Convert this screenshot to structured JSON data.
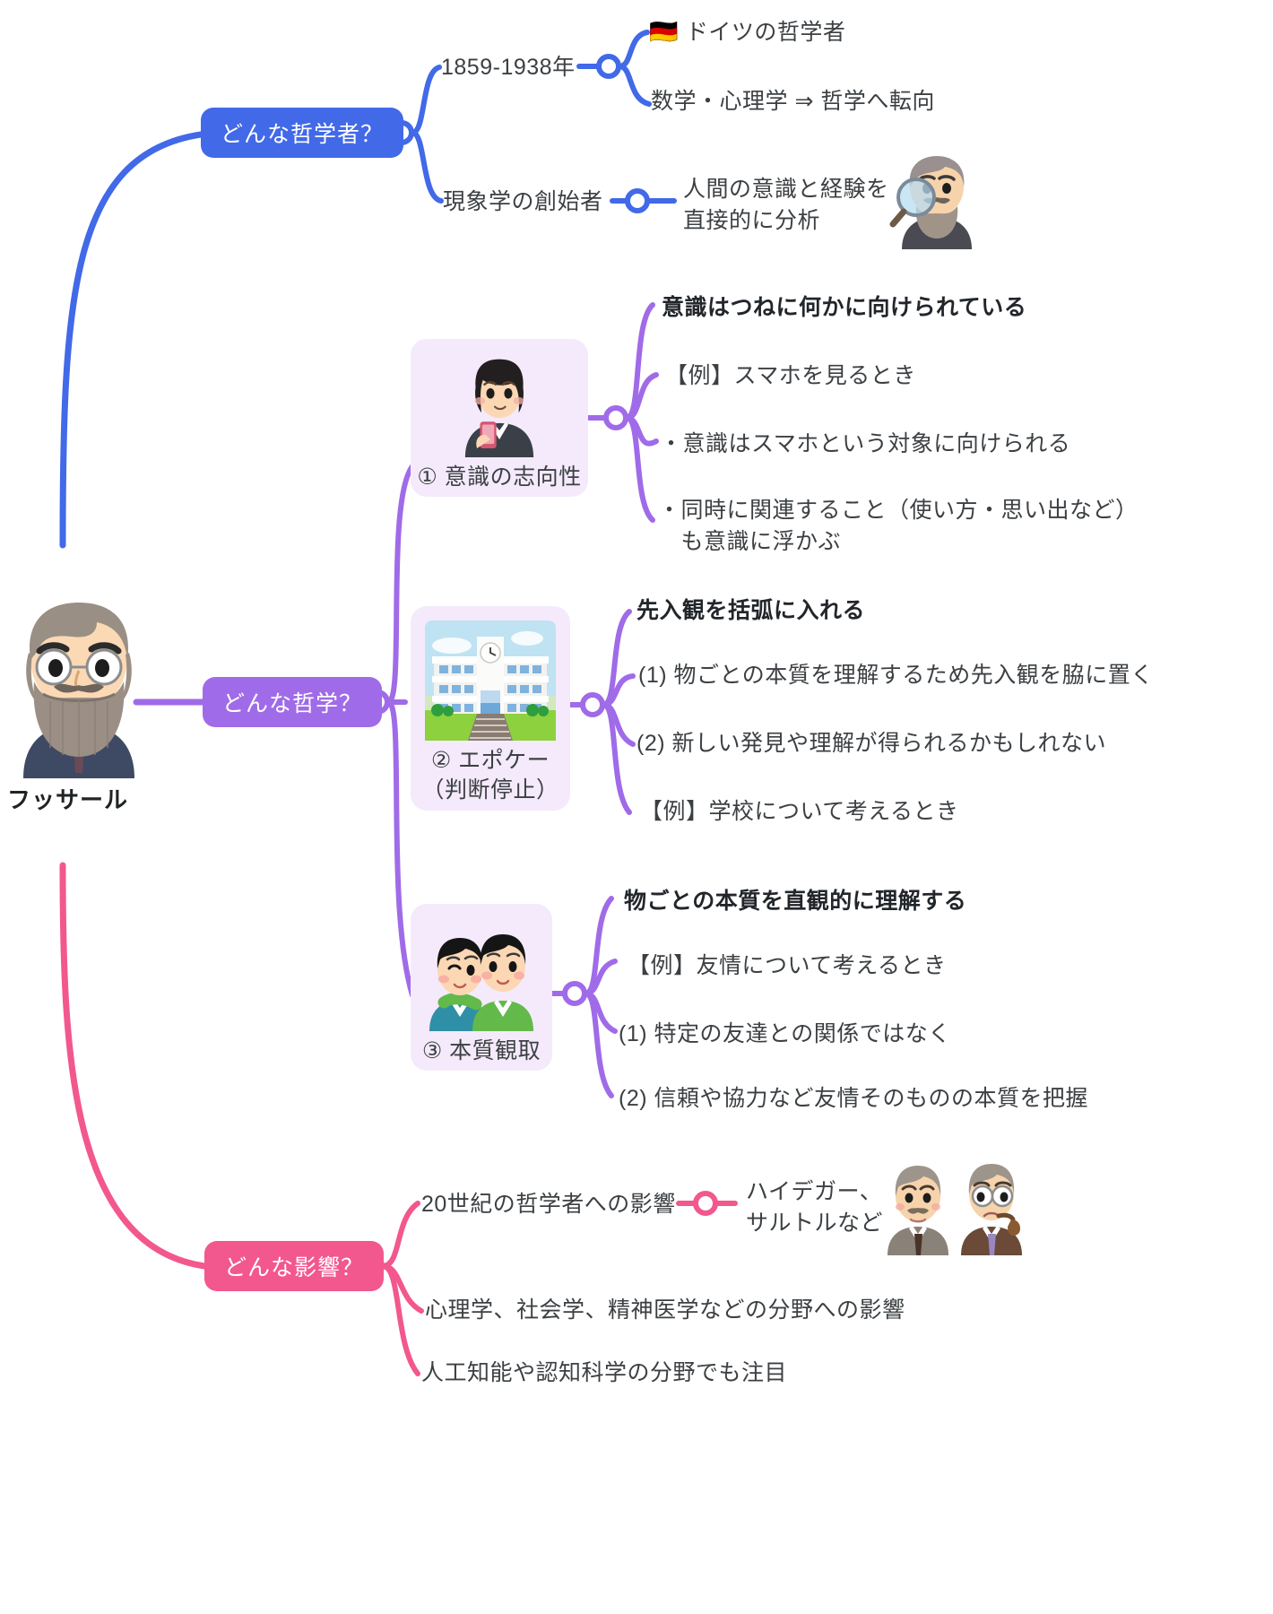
{
  "center": {
    "name": "フッサール",
    "portrait_icon": "husserl-portrait"
  },
  "colors": {
    "blue": "#4169E8",
    "purple": "#A06BE8",
    "pink": "#F2578E",
    "card_bg": "#F4EAFB",
    "text": "#3c4043"
  },
  "branches": [
    {
      "id": "philosopher",
      "label": "どんな哲学者？",
      "color": "#4169E8",
      "children": [
        {
          "label": "1859-1938年",
          "children": [
            {
              "label": "ドイツの哲学者",
              "icon": "german-flag-icon"
            },
            {
              "label": "数学・心理学 ⇒ 哲学へ転向"
            }
          ]
        },
        {
          "label": "現象学の創始者",
          "children": [
            {
              "label": "人間の意識と経験を\n直接的に分析",
              "icon": "philosopher-magnifier-icon"
            }
          ]
        }
      ]
    },
    {
      "id": "philosophy",
      "label": "どんな哲学？",
      "color": "#A06BE8",
      "children": [
        {
          "label": "① 意識の志向性",
          "icon": "woman-smartphone-icon",
          "children": [
            {
              "label": "意識はつねに何かに向けられている",
              "bold": true
            },
            {
              "label": "【例】スマホを見るとき"
            },
            {
              "label": "・意識はスマホという対象に向けられる"
            },
            {
              "label": "・同時に関連すること（使い方・思い出など）\n　も意識に浮かぶ"
            }
          ]
        },
        {
          "label": "② エポケー\n（判断停止）",
          "icon": "school-building-icon",
          "children": [
            {
              "label": "先入観を括弧に入れる",
              "bold": true
            },
            {
              "label": "(1) 物ごとの本質を理解するため先入観を脇に置く"
            },
            {
              "label": "(2) 新しい発見や理解が得られるかもしれない"
            },
            {
              "label": "【例】学校について考えるとき"
            }
          ]
        },
        {
          "label": "③ 本質観取",
          "icon": "two-friends-icon",
          "children": [
            {
              "label": "物ごとの本質を直観的に理解する",
              "bold": true
            },
            {
              "label": "【例】友情について考えるとき"
            },
            {
              "label": "(1) 特定の友達との関係ではなく"
            },
            {
              "label": "(2) 信頼や協力など友情そのものの本質を把握"
            }
          ]
        }
      ]
    },
    {
      "id": "influence",
      "label": "どんな影響？",
      "color": "#F2578E",
      "children": [
        {
          "label": "20世紀の哲学者への影響",
          "children": [
            {
              "label": "ハイデガー、\nサルトルなど",
              "icon": "heidegger-sartre-icon"
            }
          ]
        },
        {
          "label": "心理学、社会学、精神医学などの分野への影響"
        },
        {
          "label": "人工知能や認知科学の分野でも注目"
        }
      ]
    }
  ]
}
